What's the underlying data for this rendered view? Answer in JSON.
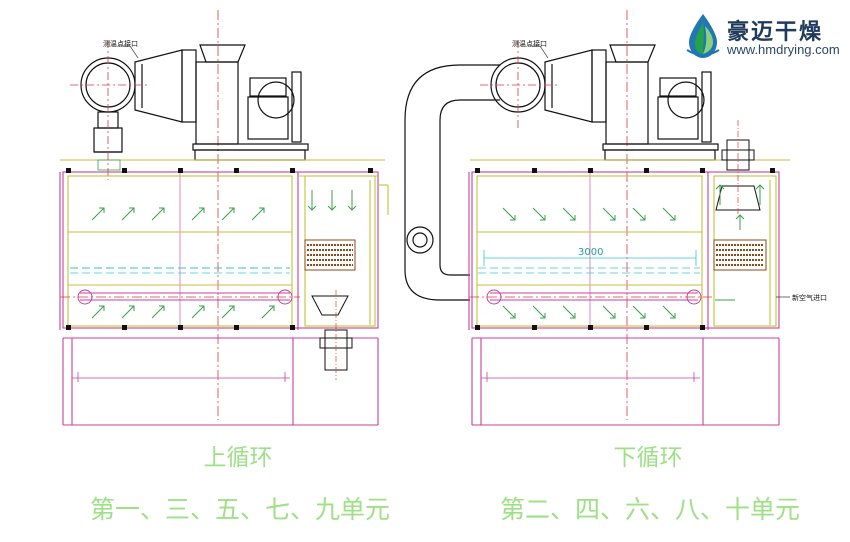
{
  "brand": {
    "name_cn": "豪迈干燥",
    "website": "www.hmdrying.com",
    "colors": {
      "leaf_green": "#27a24a",
      "drop_blue": "#1f77b4",
      "text_dark": "#1f3a5a"
    }
  },
  "panels": [
    {
      "id": "upper",
      "mode_label": "上循环",
      "units_label": "第一、三、五、七、九单元",
      "callouts": [
        "测温点接口"
      ]
    },
    {
      "id": "lower",
      "mode_label": "下循环",
      "units_label": "第二、四、六、八、十单元",
      "callouts": [
        "测温点接口",
        "3000",
        "新空气进口"
      ]
    }
  ],
  "colors": {
    "frame": "#c8409a",
    "walls": "#c2c23a",
    "equipment": "#111111",
    "centerline": "#e33a3a",
    "airflow": "#3aa04a",
    "coils": "#8a4a1a",
    "dims": "#34c6d6",
    "caption": "#9ee086"
  }
}
